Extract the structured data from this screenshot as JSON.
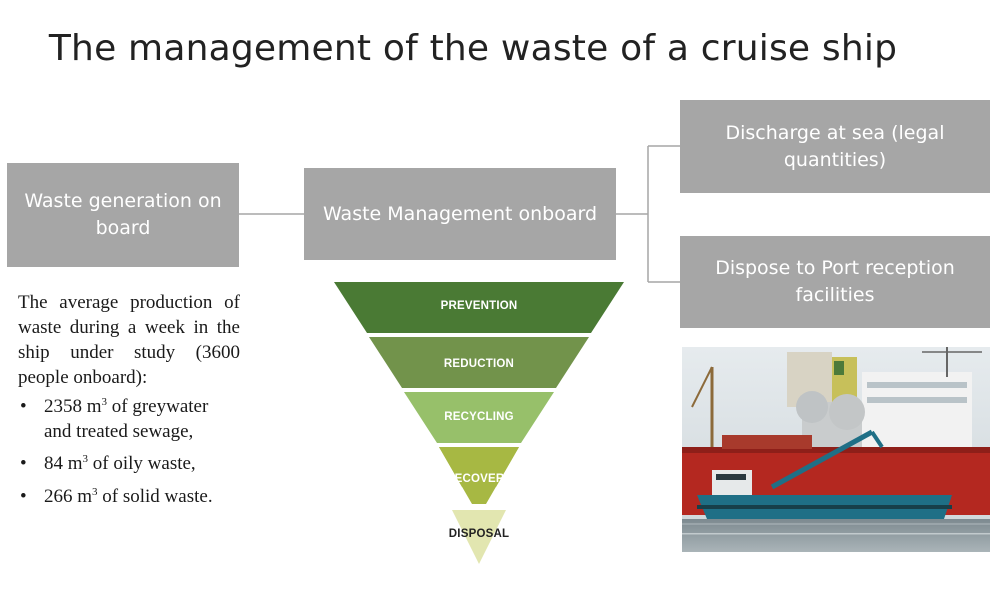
{
  "title": "The management of the waste of a cruise ship",
  "boxes": {
    "generation": "Waste generation on board",
    "management": "Waste Management onboard",
    "sea": "Discharge at sea (legal quantities)",
    "port": "Dispose to Port reception facilities"
  },
  "stats": {
    "intro": "The average production of waste during a week in the ship under study (3600 people onboard):",
    "items": [
      {
        "value": "2358",
        "unit": "m",
        "exp": "3",
        "text": "of greywater and treated sewage,"
      },
      {
        "value": "84",
        "unit": "m",
        "exp": "3",
        "text": "of oily waste,"
      },
      {
        "value": "266",
        "unit": "m",
        "exp": "3",
        "text": "of solid waste."
      }
    ]
  },
  "hierarchy": {
    "levels": [
      {
        "label": "PREVENTION",
        "color": "#4a7a34"
      },
      {
        "label": "REDUCTION",
        "color": "#72934b"
      },
      {
        "label": "RECYCLING",
        "color": "#97c06a"
      },
      {
        "label": "RECOVERY",
        "color": "#a7b843"
      },
      {
        "label": "DISPOSAL",
        "color": "#e2e6b0"
      }
    ]
  },
  "colors": {
    "box": "#a6a6a6",
    "connector": "#a6a6a6"
  },
  "photo": {
    "subject": "ship-photo"
  }
}
